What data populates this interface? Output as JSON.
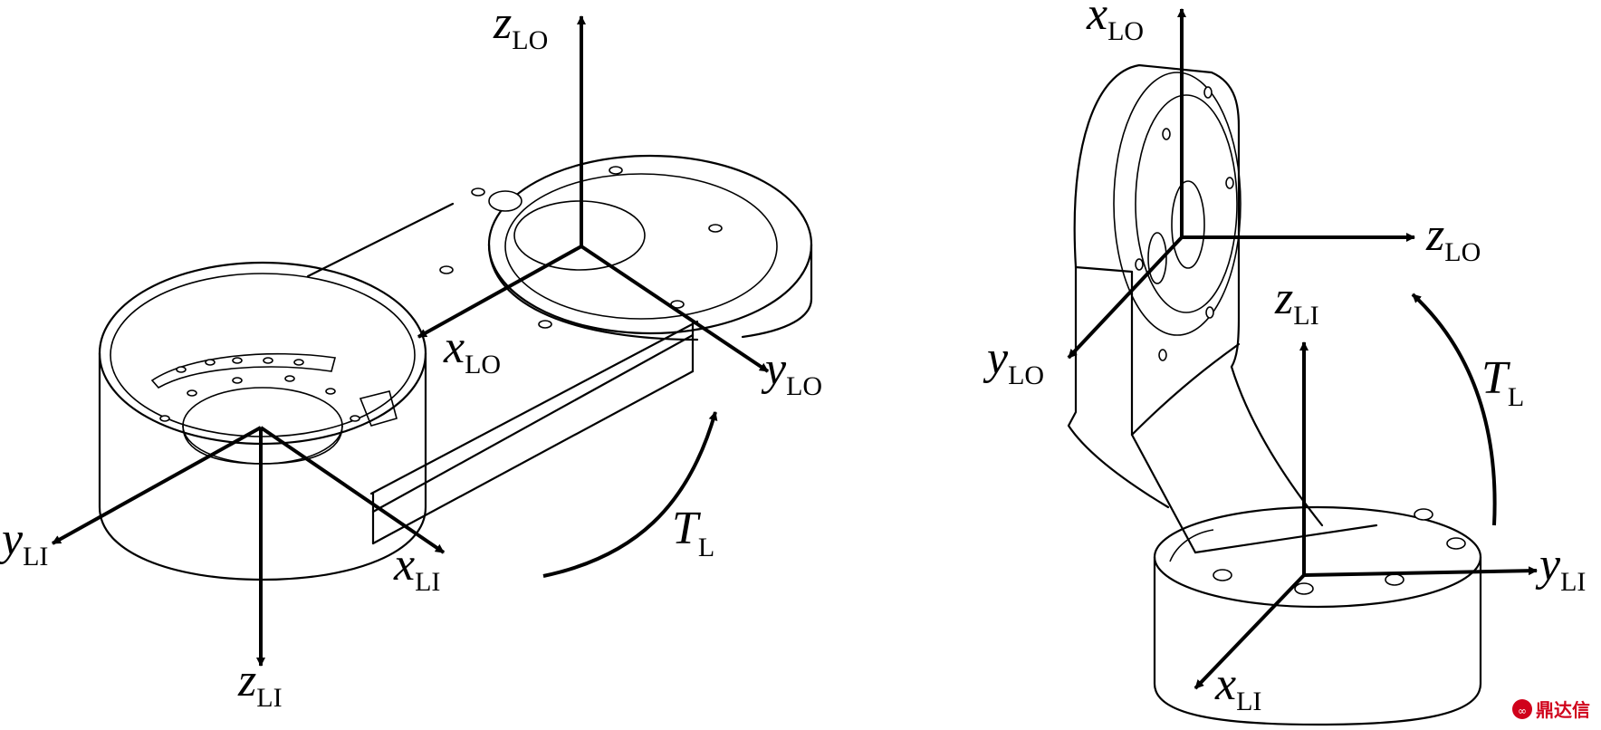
{
  "left_figure": {
    "axes": [
      {
        "id": "zLO",
        "var": "z",
        "sub": "LO"
      },
      {
        "id": "xLO",
        "var": "x",
        "sub": "LO"
      },
      {
        "id": "yLO",
        "var": "y",
        "sub": "LO"
      },
      {
        "id": "yLI",
        "var": "y",
        "sub": "LI"
      },
      {
        "id": "xLI",
        "var": "x",
        "sub": "LI"
      },
      {
        "id": "zLI",
        "var": "z",
        "sub": "LI"
      }
    ],
    "torque": {
      "var": "T",
      "sub": "L"
    }
  },
  "right_figure": {
    "axes": [
      {
        "id": "xLO",
        "var": "x",
        "sub": "LO"
      },
      {
        "id": "zLO",
        "var": "z",
        "sub": "LO"
      },
      {
        "id": "yLO",
        "var": "y",
        "sub": "LO"
      },
      {
        "id": "zLI",
        "var": "z",
        "sub": "LI"
      },
      {
        "id": "yLI",
        "var": "y",
        "sub": "LI"
      },
      {
        "id": "xLI",
        "var": "x",
        "sub": "LI"
      }
    ],
    "torque": {
      "var": "T",
      "sub": "L"
    }
  },
  "watermark": {
    "text": "鼎达信",
    "color": "#d0021b"
  }
}
